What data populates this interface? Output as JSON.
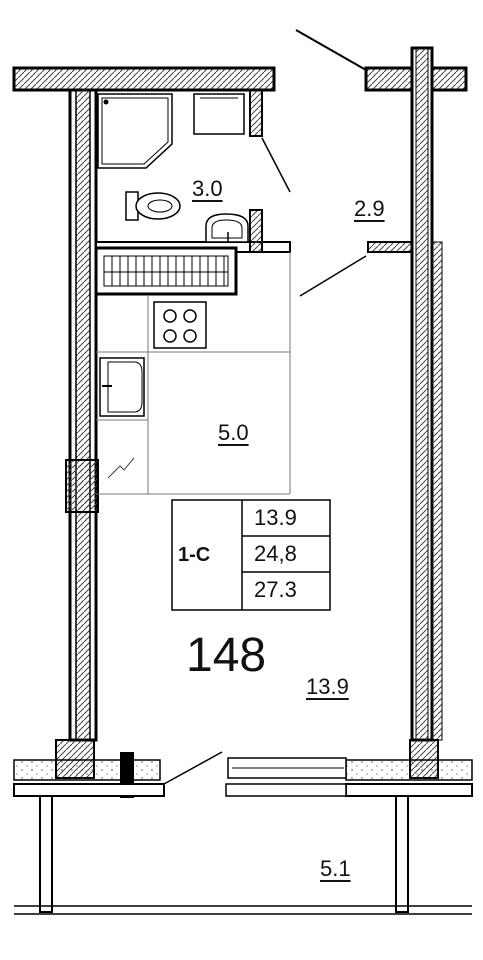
{
  "rooms": {
    "bathroom": "3.0",
    "hall": "2.9",
    "kitchen": "5.0",
    "living": "13.9",
    "balcony": "5.1"
  },
  "apartment": {
    "number": "148",
    "type": "1-С",
    "living_area": "13.9",
    "total_area": "24,8",
    "total_with_balcony": "27.3"
  },
  "colors": {
    "wall": "#ffffff",
    "line": "#000000",
    "hatch": "#555555"
  }
}
